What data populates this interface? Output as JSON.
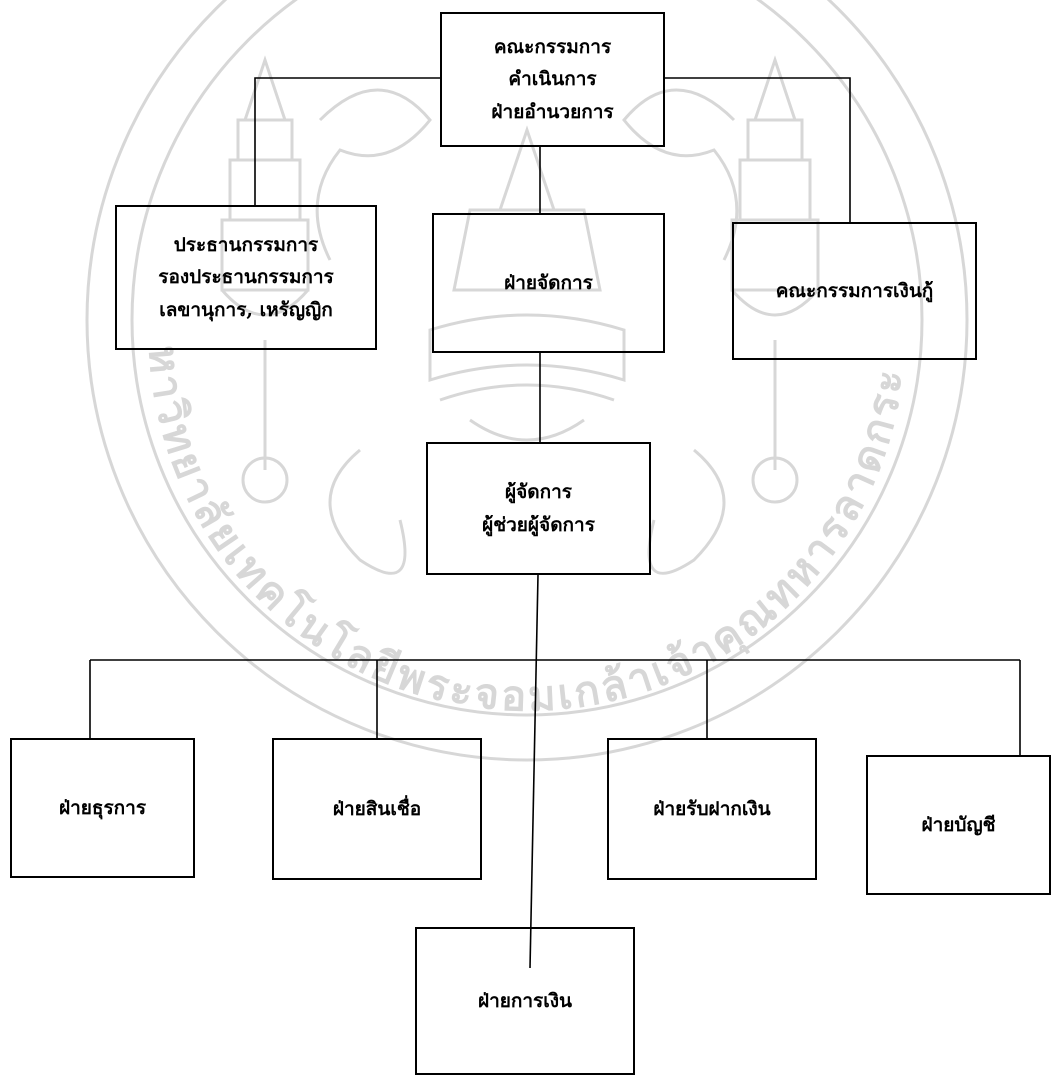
{
  "org_chart": {
    "board": {
      "lines": [
        "คณะกรรมการ",
        "คำเนินการ",
        "ฝ่ายอำนวยการ"
      ]
    },
    "chairman": {
      "lines": [
        "ประธานกรรมการ",
        "รองประธานกรรมการ",
        "เลขานุการ, เหรัญญิก"
      ]
    },
    "management": {
      "lines": [
        "ฝ่ายจัดการ"
      ]
    },
    "loan_committee": {
      "lines": [
        "คณะกรรมการเงินกู้"
      ]
    },
    "manager": {
      "lines": [
        "ผู้จัดการ",
        "ผู้ช่วยผู้จัดการ"
      ]
    },
    "admin": {
      "lines": [
        "ฝ่ายธุรการ"
      ]
    },
    "credit": {
      "lines": [
        "ฝ่ายสินเชื่อ"
      ]
    },
    "deposit": {
      "lines": [
        "ฝ่ายรับฝากเงิน"
      ]
    },
    "accounting": {
      "lines": [
        "ฝ่ายบัญชี"
      ]
    },
    "finance": {
      "lines": [
        "ฝ่ายการเงิน"
      ]
    }
  },
  "watermark": {
    "lower_arc_text": "มหาวิทยาลัยเทคโนโลยีพระจอมเกล้าเจ้าคุณทหารลาดกระบัง",
    "color": "#d7d7d7"
  }
}
